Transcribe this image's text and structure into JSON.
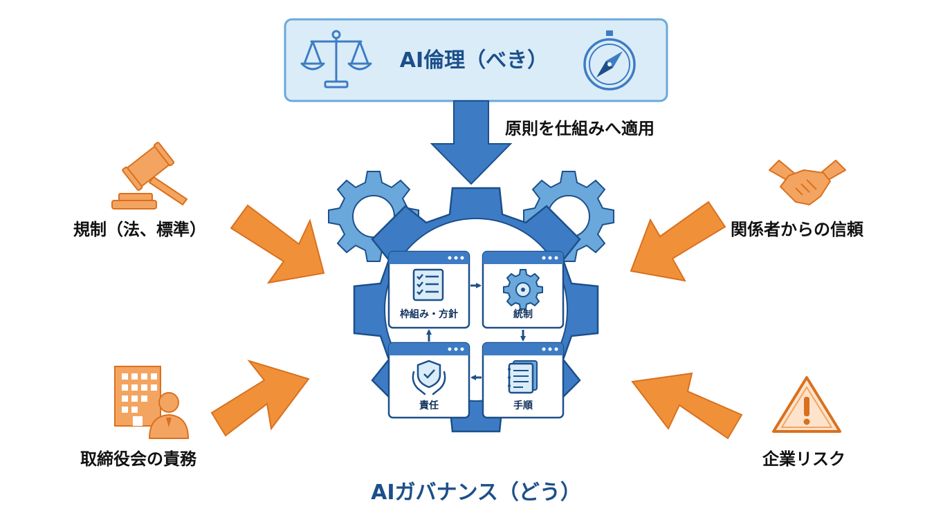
{
  "top": {
    "title": "AI倫理（べき）"
  },
  "arrow_label": "原則を仕組みへ適用",
  "inputs": {
    "regulation": "規制（法、標準）",
    "board_duty": "取締役会の責務",
    "stakeholder_trust": "関係者からの信頼",
    "enterprise_risk": "企業リスク"
  },
  "cycle": {
    "framework": "枠組み・方針",
    "control": "統制",
    "procedure": "手順",
    "responsibility": "責任"
  },
  "bottom": {
    "title": "AIガバナンス（どう）"
  },
  "icons": {
    "top_left": "scale-icon",
    "top_right": "compass-icon",
    "regulation": "gavel-icon",
    "board": "office-person-icon",
    "trust": "handshake-icon",
    "risk": "warning-icon",
    "framework": "checklist-icon",
    "control": "gear-icon",
    "procedure": "document-icon",
    "responsibility": "shield-hands-icon"
  },
  "colors": {
    "blue": "#3d7cc4",
    "dark_blue": "#1c4f8a",
    "light_blue": "#daecf8",
    "mid_blue": "#6aa8dc",
    "orange": "#f0913a",
    "dark_orange": "#d9701e",
    "icon_orange": "#f4a461"
  }
}
